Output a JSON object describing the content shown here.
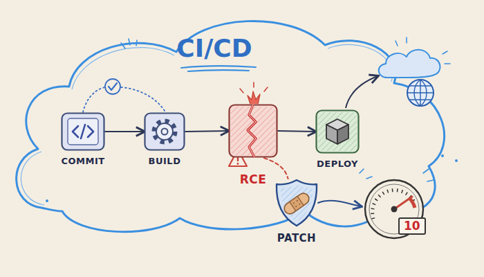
{
  "diagram": {
    "title": "CI/CD",
    "nodes": [
      {
        "text": [
          "COMMIT"
        ]
      },
      {
        "text": [
          "BUILD"
        ]
      },
      {
        "text": [
          "RCE"
        ]
      },
      {
        "text": [
          "DEPLOY"
        ]
      },
      {
        "text": [
          "PATCH"
        ]
      },
      {
        "text": [
          "10"
        ]
      }
    ],
    "edges": [
      {
        "from": 0,
        "to": 1,
        "arrow": "to"
      },
      {
        "from": 1,
        "to": 2,
        "arrow": "to"
      },
      {
        "from": 2,
        "to": 3,
        "arrow": "to"
      },
      {
        "from": 2,
        "to": 4,
        "arrow": "none"
      },
      {
        "from": 4,
        "to": 5,
        "arrow": "to"
      }
    ]
  }
}
